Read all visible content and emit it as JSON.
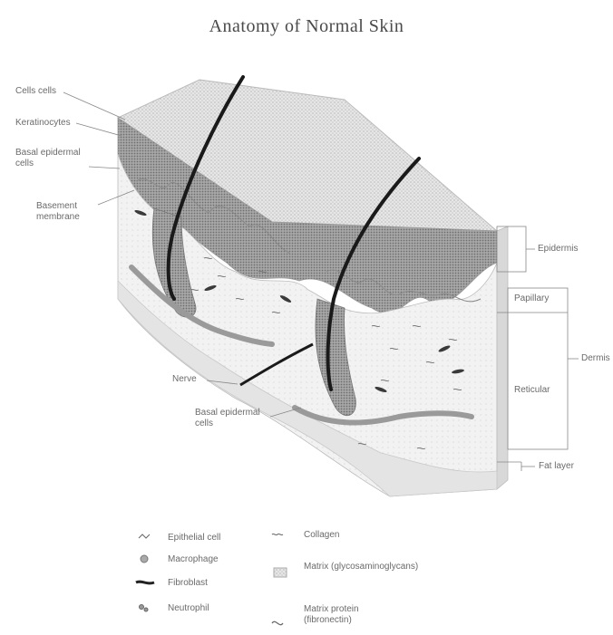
{
  "title": "Anatomy of Normal Skin",
  "labels": {
    "cells": "Cells cells",
    "keratinocytes": "Keratinocytes",
    "basal_epidermal_1": "Basal epidermal cells",
    "basement_membrane": "Basement membrane",
    "nerve": "Nerve",
    "basal_epidermal_2": "Basal epidermal cells",
    "epidermis": "Epidermis",
    "papillary": "Papillary",
    "dermis": "Dermis",
    "reticular": "Reticular",
    "fat_layer": "Fat layer"
  },
  "legend": {
    "epithelial_cell": "Epithelial cell",
    "macrophage": "Macrophage",
    "fibroblast": "Fibroblast",
    "neutrophil": "Neutrophil",
    "collagen": "Collagen",
    "matrix": "Matrix (glycosaminoglycans)",
    "matrix_protein": "Matrix protein (fibronectin)"
  },
  "colors": {
    "skin_light": "#ececec",
    "skin_mid": "#c4c4c4",
    "skin_dark": "#8c8c8c",
    "hair": "#1a1a1a",
    "line": "#777777"
  }
}
